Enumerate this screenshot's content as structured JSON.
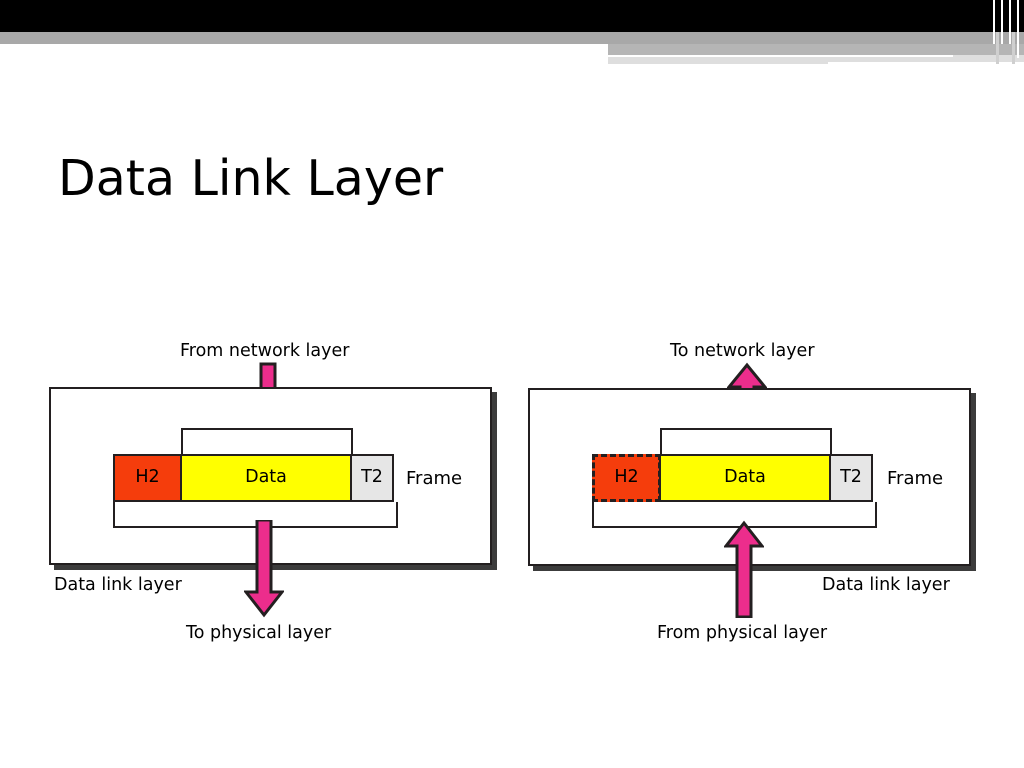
{
  "slide": {
    "title": "Data Link Layer",
    "background_color": "#ffffff",
    "band_colors": {
      "black": "#000000",
      "gray": "#a8a8a8",
      "light_gray": "#dedede"
    }
  },
  "palette": {
    "header_h2": "#f53d0c",
    "payload_data": "#ffff00",
    "trailer_t2": "#e6e6e6",
    "arrow": "#ec2d8c",
    "outline": "#231f20",
    "shadow": "#3c3c3c"
  },
  "diagrams": [
    {
      "id": "sending-side",
      "layer_name": "Data link layer",
      "top_caption": "From network layer",
      "bottom_caption": "To physical layer",
      "top_arrow_direction": "down",
      "bottom_arrow_direction": "down",
      "frame_label": "Frame",
      "segments": [
        {
          "label": "H2",
          "role": "header",
          "color": "#f53d0c",
          "border": "solid"
        },
        {
          "label": "Data",
          "role": "payload",
          "color": "#ffff00",
          "border": "solid"
        },
        {
          "label": "T2",
          "role": "trailer",
          "color": "#e6e6e6",
          "border": "solid"
        }
      ],
      "brackets": {
        "top_spans": "Data",
        "bottom_spans": "H2 + Data + T2"
      }
    },
    {
      "id": "receiving-side",
      "layer_name": "Data link layer",
      "top_caption": "To network layer",
      "bottom_caption": "From physical layer",
      "top_arrow_direction": "up",
      "bottom_arrow_direction": "up",
      "frame_label": "Frame",
      "segments": [
        {
          "label": "H2",
          "role": "header",
          "color": "#f53d0c",
          "border": "dashed"
        },
        {
          "label": "Data",
          "role": "payload",
          "color": "#ffff00",
          "border": "solid"
        },
        {
          "label": "T2",
          "role": "trailer",
          "color": "#e6e6e6",
          "border": "solid"
        }
      ],
      "brackets": {
        "top_spans": "Data",
        "bottom_spans": "H2 + Data + T2"
      }
    }
  ]
}
